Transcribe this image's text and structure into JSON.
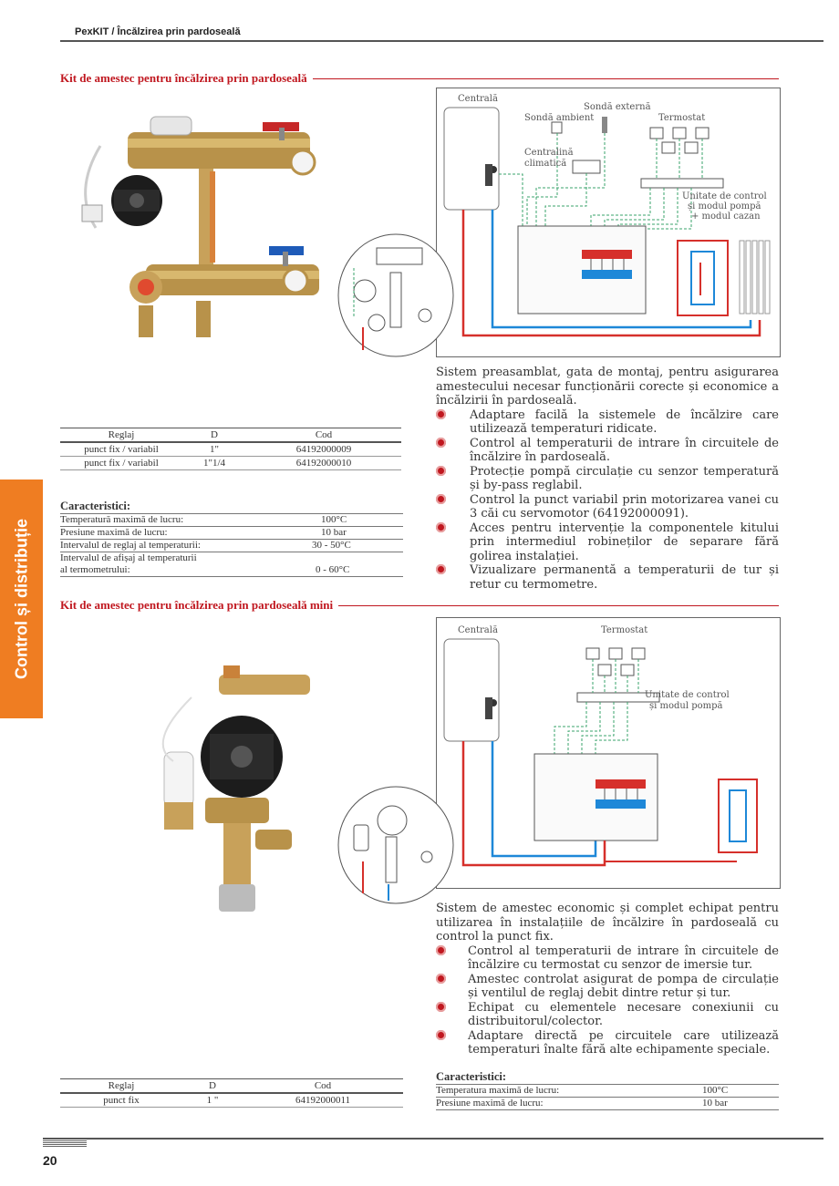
{
  "header": {
    "title": "PexKIT / Încălzirea prin pardoseală"
  },
  "side_tab": {
    "label": "Control și distribuție"
  },
  "page_number": "20",
  "section1": {
    "title": "Kit de amestec pentru încălzirea prin pardoseală",
    "diagram_labels": {
      "centrala": "Centrală",
      "sonda_externa": "Sondă externă",
      "sonda_ambient": "Sondă ambient",
      "termostat": "Termostat",
      "centralina_1": "Centralină",
      "centralina_2": "climatică",
      "unitate_1": "Unitate de control",
      "unitate_2": "și modul pompă",
      "unitate_3": "+ modul cazan"
    },
    "table": {
      "headers": [
        "Reglaj",
        "D",
        "Cod"
      ],
      "rows": [
        [
          "punct fix / variabil",
          "1\"",
          "64192000009"
        ],
        [
          "punct fix / variabil",
          "1\"1/4",
          "64192000010"
        ]
      ]
    },
    "characteristics": {
      "title": "Caracteristici:",
      "rows": [
        {
          "label": "Temperatură maximă de lucru:",
          "value": "100°C"
        },
        {
          "label": "Presiune maximă de lucru:",
          "value": "10 bar"
        },
        {
          "label": "Intervalul de reglaj al temperaturii:",
          "value": "30 - 50°C"
        },
        {
          "label": "Intervalul de afișaj al temperaturii",
          "value": ""
        },
        {
          "label": "al termometrului:",
          "value": "0 - 60°C"
        }
      ]
    },
    "description": "Sistem preasamblat, gata de montaj, pentru asigurarea amestecului necesar funcționării corecte și economice a încălzirii în pardoseală.",
    "bullets": [
      "Adaptare facilă la sistemele de încălzire care utilizează temperaturi ridicate.",
      "Control al temperaturii de intrare în circuitele de încălzire în pardoseală.",
      "Protecție pompă circulație cu senzor temperatură și by-pass reglabil.",
      "Control la punct variabil  prin motorizarea vanei cu 3 căi cu servomotor (64192000091).",
      "Acces pentru intervenție la componentele kitului prin intermediul robineților de separare fără golirea instalației.",
      "Vizualizare permanentă a temperaturii de tur și retur cu termometre."
    ]
  },
  "section2": {
    "title": "Kit de amestec pentru încălzirea prin pardoseală mini",
    "diagram_labels": {
      "centrala": "Centrală",
      "termostat": "Termostat",
      "unitate_1": "Unitate de control",
      "unitate_2": "și modul pompă"
    },
    "description": "Sistem de amestec economic și complet echipat pentru utilizarea în instalațiile de încălzire în pardoseală cu control la punct fix.",
    "bullets": [
      "Control al temperaturii de intrare în circuitele de încălzire cu termostat cu senzor de imersie tur.",
      "Amestec controlat asigurat de pompa de circulație și ventilul de reglaj debit dintre retur și tur.",
      "Echipat cu elementele necesare conexiunii cu distribuitorul/colector.",
      "Adaptare directă pe circuitele care utilizează temperaturi înalte fără alte echipamente speciale."
    ],
    "characteristics": {
      "title": "Caracteristici:",
      "rows": [
        {
          "label": "Temperatura maximă de lucru:",
          "value": "100°C"
        },
        {
          "label": "Presiune maximă de lucru:",
          "value": "10 bar"
        }
      ]
    },
    "table": {
      "headers": [
        "Reglaj",
        "D",
        "Cod"
      ],
      "rows": [
        [
          "punct fix",
          "1 \"",
          "64192000011"
        ]
      ]
    }
  },
  "colors": {
    "accent_red": "#c0171f",
    "side_tab_orange": "#ef7d22",
    "pipe_blue": "#1e88d8",
    "wire_green": "#3aa36b"
  }
}
